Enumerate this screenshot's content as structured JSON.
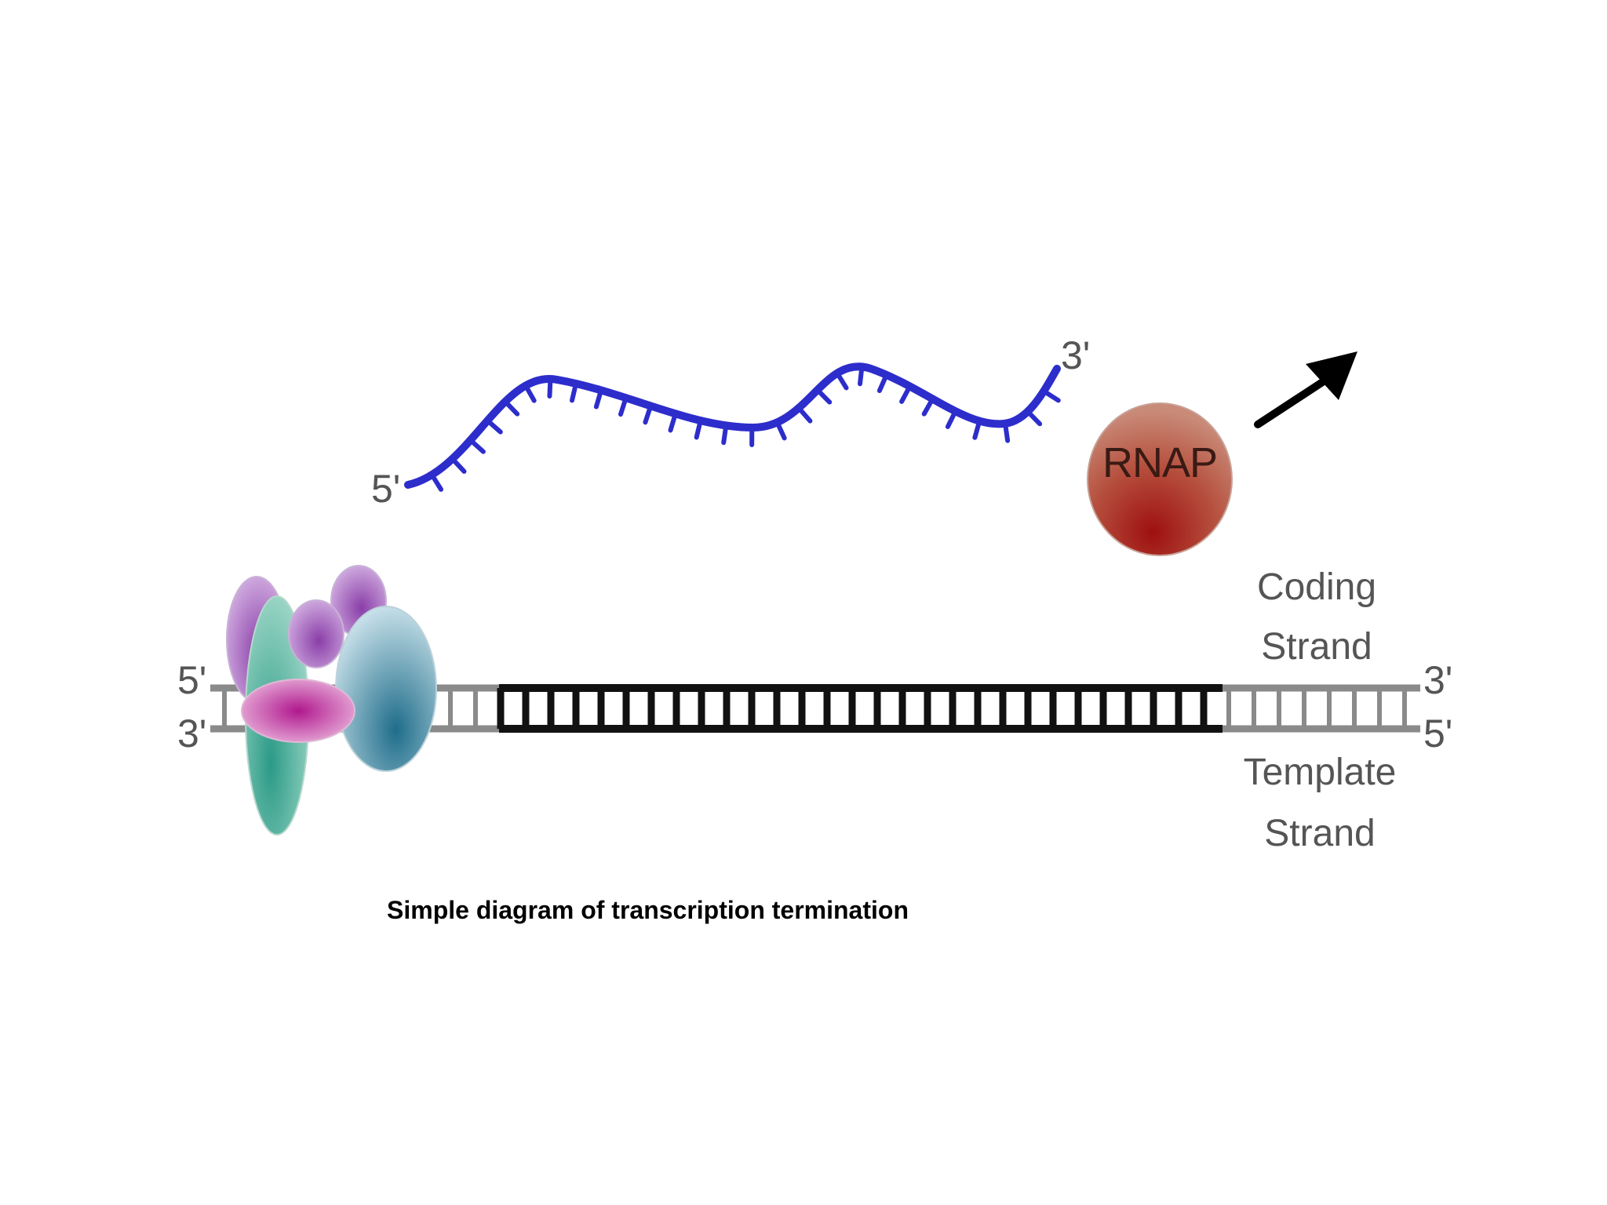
{
  "rna": {
    "five_prime": "5'",
    "three_prime": "3'",
    "color": "#2d2dcc"
  },
  "rnap": {
    "label": "RNAP",
    "color": "#a13a2a"
  },
  "dna": {
    "coding_strand_label_line1": "Coding",
    "coding_strand_label_line2": "Strand",
    "template_strand_label_line1": "Template",
    "template_strand_label_line2": "Strand",
    "left_top_end": "5'",
    "left_bottom_end": "3'",
    "right_top_end": "3'",
    "right_bottom_end": "5'",
    "transcribed_region_color": "#111111",
    "flanking_color": "#8a8a8a"
  },
  "caption": "Simple diagram of transcription termination"
}
